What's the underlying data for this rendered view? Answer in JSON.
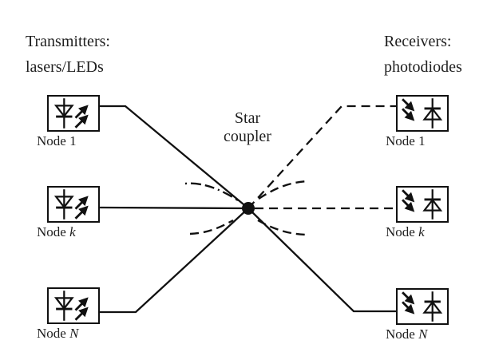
{
  "headings": {
    "transmitters": {
      "line1": "Transmitters:",
      "line2": "lasers/LEDs"
    },
    "receivers": {
      "line1": "Receivers:",
      "line2": "photodiodes"
    }
  },
  "star_coupler": {
    "line1": "Star",
    "line2": "coupler"
  },
  "nodes": {
    "tx": [
      {
        "prefix": "Node ",
        "id": "1"
      },
      {
        "prefix": "Node ",
        "id": "k"
      },
      {
        "prefix": "Node ",
        "id": "N"
      }
    ],
    "rx": [
      {
        "prefix": "Node ",
        "id": "1"
      },
      {
        "prefix": "Node ",
        "id": "k"
      },
      {
        "prefix": "Node ",
        "id": "N"
      }
    ]
  },
  "icons": {
    "transmitter": "led-emitter-icon",
    "receiver": "photodiode-icon",
    "coupler": "star-coupler-dot"
  },
  "colors": {
    "ink": "#111111",
    "background": "#ffffff"
  }
}
